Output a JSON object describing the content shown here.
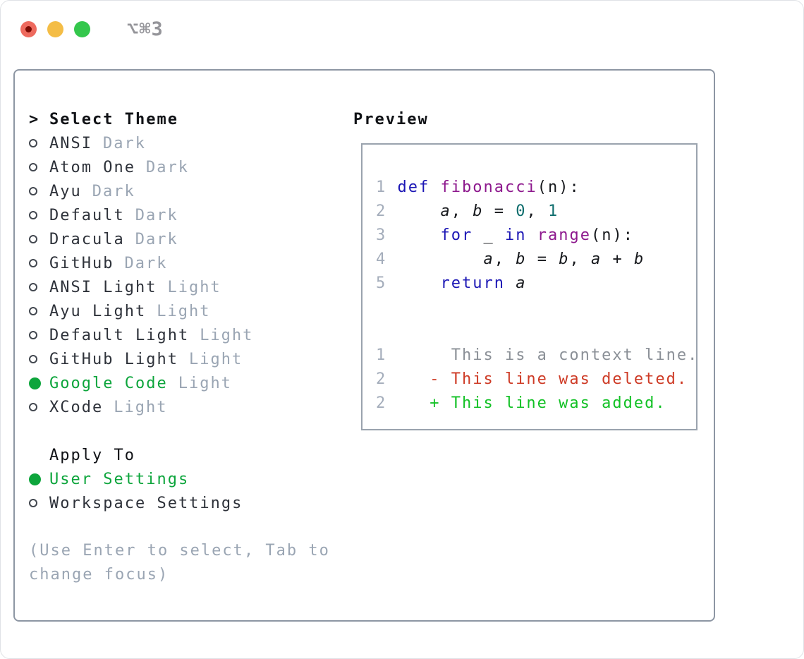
{
  "window": {
    "shortcut": "⌥⌘3"
  },
  "theme_list": {
    "cursor": ">",
    "title": "Select Theme",
    "items": [
      {
        "name": "ANSI",
        "variant": "Dark",
        "selected": false
      },
      {
        "name": "Atom One",
        "variant": "Dark",
        "selected": false
      },
      {
        "name": "Ayu",
        "variant": "Dark",
        "selected": false
      },
      {
        "name": "Default",
        "variant": "Dark",
        "selected": false
      },
      {
        "name": "Dracula",
        "variant": "Dark",
        "selected": false
      },
      {
        "name": "GitHub",
        "variant": "Dark",
        "selected": false
      },
      {
        "name": "ANSI Light",
        "variant": "Light",
        "selected": false
      },
      {
        "name": "Ayu Light",
        "variant": "Light",
        "selected": false
      },
      {
        "name": "Default Light",
        "variant": "Light",
        "selected": false
      },
      {
        "name": "GitHub Light",
        "variant": "Light",
        "selected": false
      },
      {
        "name": "Google Code",
        "variant": "Light",
        "selected": true
      },
      {
        "name": "XCode",
        "variant": "Light",
        "selected": false
      }
    ]
  },
  "apply_to": {
    "title": "Apply To",
    "options": [
      {
        "label": "User Settings",
        "selected": true
      },
      {
        "label": "Workspace Settings",
        "selected": false
      }
    ]
  },
  "help": {
    "text": "(Use Enter to select, Tab to change focus)"
  },
  "preview": {
    "title": "Preview",
    "lines": [
      [
        [
          "1",
          "ln"
        ],
        [
          " ",
          "pl"
        ],
        [
          "def",
          "kw"
        ],
        [
          " ",
          "pl"
        ],
        [
          "fibonacci",
          "fn"
        ],
        [
          "(n):",
          "pl"
        ]
      ],
      [
        [
          "2",
          "ln"
        ],
        [
          " ",
          "pl"
        ],
        [
          "    ",
          "pl"
        ],
        [
          "a",
          "vr"
        ],
        [
          ", ",
          "pl"
        ],
        [
          "b",
          "vr"
        ],
        [
          " = ",
          "pl"
        ],
        [
          "0",
          "nm"
        ],
        [
          ", ",
          "pl"
        ],
        [
          "1",
          "nm"
        ]
      ],
      [
        [
          "3",
          "ln"
        ],
        [
          " ",
          "pl"
        ],
        [
          "    ",
          "pl"
        ],
        [
          "for",
          "kw"
        ],
        [
          " _ ",
          "pl"
        ],
        [
          "in",
          "kw"
        ],
        [
          " ",
          "pl"
        ],
        [
          "range",
          "fn"
        ],
        [
          "(n):",
          "pl"
        ]
      ],
      [
        [
          "4",
          "ln"
        ],
        [
          " ",
          "pl"
        ],
        [
          "        ",
          "pl"
        ],
        [
          "a",
          "vr"
        ],
        [
          ", ",
          "pl"
        ],
        [
          "b",
          "vr"
        ],
        [
          " = ",
          "pl"
        ],
        [
          "b",
          "vr"
        ],
        [
          ", ",
          "pl"
        ],
        [
          "a",
          "vr"
        ],
        [
          " + ",
          "pl"
        ],
        [
          "b",
          "vr"
        ]
      ],
      [
        [
          "5",
          "ln"
        ],
        [
          " ",
          "pl"
        ],
        [
          "    ",
          "pl"
        ],
        [
          "return",
          "kw"
        ],
        [
          " ",
          "pl"
        ],
        [
          "a",
          "vr"
        ]
      ],
      [],
      [],
      [
        [
          "1",
          "ln"
        ],
        [
          "      This is a context line.",
          "cx"
        ]
      ],
      [
        [
          "2",
          "ln"
        ],
        [
          "    - This line was deleted.",
          "de"
        ]
      ],
      [
        [
          "2",
          "ln"
        ],
        [
          "    + This line was added.",
          "ad"
        ]
      ]
    ]
  },
  "colors": {
    "selected_green": "#0da53c",
    "variant_gray": "#9aa5b3",
    "item_text": "#2e323a",
    "header_text": "#101216",
    "help_gray": "#9aa5b3",
    "panel_border": "#8d96a3",
    "preview_border": "#9aa3ae",
    "lineno": "#a4adbb",
    "keyword": "#1c17b5",
    "function": "#8d188d",
    "number": "#0e6d6d",
    "code_text": "#17191d",
    "context": "#8b9097",
    "deleted": "#ce3b26",
    "added": "#12c125",
    "traffic_red": "#ee6a5e",
    "traffic_red_dot": "#7c0b03",
    "traffic_yellow": "#f4bd46",
    "traffic_green": "#34c74c",
    "shortcut_gray": "#95959a"
  }
}
